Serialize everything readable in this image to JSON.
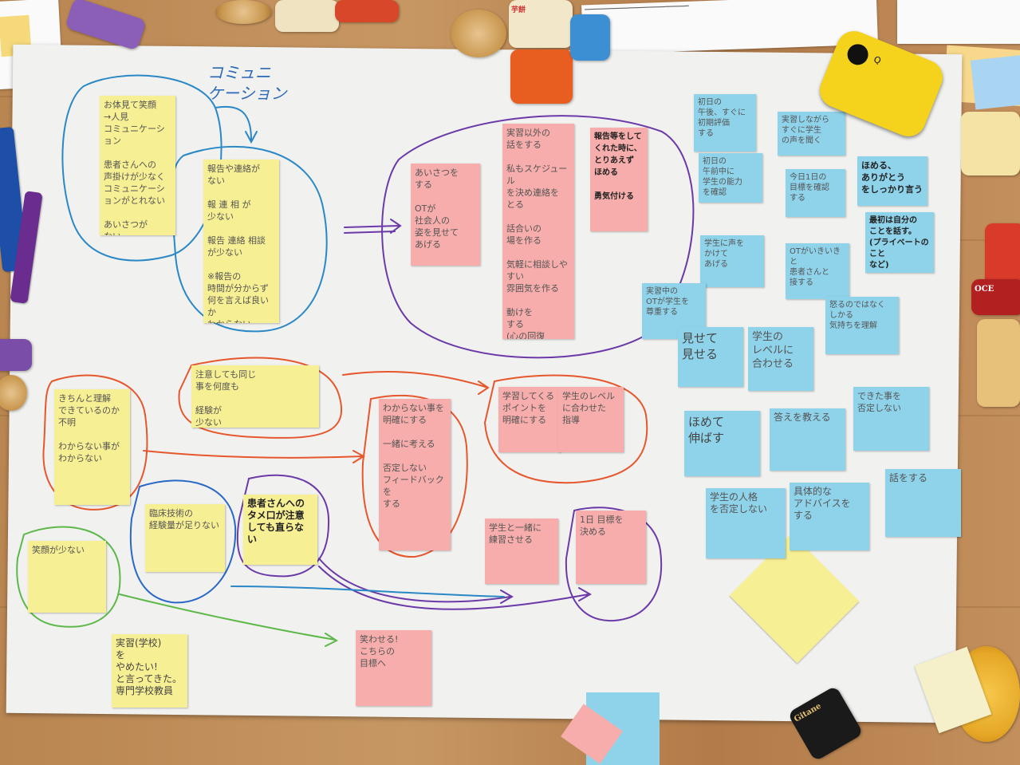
{
  "board": {
    "heading": "コミュニ\nケーション",
    "notes": {
      "y1": "お体見て笑顔\n→人見\nコミュニケーション\n\n患者さんへの\n声掛けが少なく\nコミュニケーションがとれない\n\nあいさつが\nない\n(挨拶は)",
      "y2": "報告や連絡が\nない\n\n報 連 相 が\n少ない\n\n報告 連絡 相談\nが少ない\n\n※報告の\n時間が分からず\n何を言えば良いか\nわからない",
      "y3": "注意しても同じ\n事を何度も\n\n経験が\n少ない",
      "y4": "きちんと理解\nできているのか\n不明\n\nわからない事が\nわからない",
      "y5": "臨床技術の\n経験量が足りない",
      "y6": "患者さんへの\nタメ口が注意\nしても直らない",
      "y7": "笑顔が少ない",
      "y8": "実習(学校)\nを\nやめたい!\nと言ってきた。\n専門学校教員",
      "p1": "あいさつを\nする\n\nOTが\n社会人の\n姿を見せて\nあげる",
      "p2": "実習以外の\n話をする\n\n私もスケジュール\nを決め連絡を\nとる\n\n話合いの\n場を作る\n\n気軽に相談しやすい\n雰囲気を作る\n\n動けを\nする\n(心の回復\nいう結果を)",
      "p3": "報告等をして\nくれた時に、\nとりあえず\nほめる\n\n勇気付ける",
      "p4": "わからない事を\n明確にする\n\n一緒に考える\n\n否定しない\nフィードバックを\nする",
      "p5": "学習してくる\nポイントを\n明確にする",
      "p6": "学生のレベル\nに合わせた\n指導",
      "p7": "学生と一緒に\n練習させる",
      "p8": "1日 目標を\n決める",
      "p9": "笑わせる!\nこちらの\n目標へ",
      "b1": "初日の\n午後、すぐに\n初期評価\nする",
      "b2": "実習しながら\nすぐに学生\nの声を聞く",
      "b3": "初日の\n午前中に\n学生の能力\nを確認",
      "b4": "今日1日の\n目標を確認\nする",
      "b5": "ほめる、\nありがとう\nをしっかり言う",
      "b6": "最初は自分の\nことを話す。\n(プライベートのこと\nなど)",
      "b7": "学生に声を\nかけて\nあげる",
      "b8": "OTがいきいきと\n患者さんと\n接する",
      "b9": "実習中の\nOTが学生を\n尊重する",
      "b10": "見せて\n見せる",
      "b11": "学生の\nレベルに\n合わせる",
      "b12": "怒るのではなく\nしかる\n気持ちを理解",
      "b13": "ほめて\n伸ばす",
      "b14": "答えを教える",
      "b15": "できた事を\n否定しない",
      "b16": "学生の人格\nを否定しない",
      "b17": "具体的な\nアドバイスを\nする",
      "b18": "話をする"
    }
  },
  "objects": {
    "phone_label": "Q",
    "snack_title": "芋餅",
    "candy_brand": "Gitane",
    "bisco_text": "OCE"
  },
  "colors": {
    "blue_ink": "#2a68b8",
    "purple_ink": "#6b3aa8",
    "orange_ink": "#e6572d",
    "green_ink": "#5db84a",
    "yellow_note": "#f7ef93",
    "pink_note": "#f6adab",
    "blue_note": "#8fd3ea"
  }
}
